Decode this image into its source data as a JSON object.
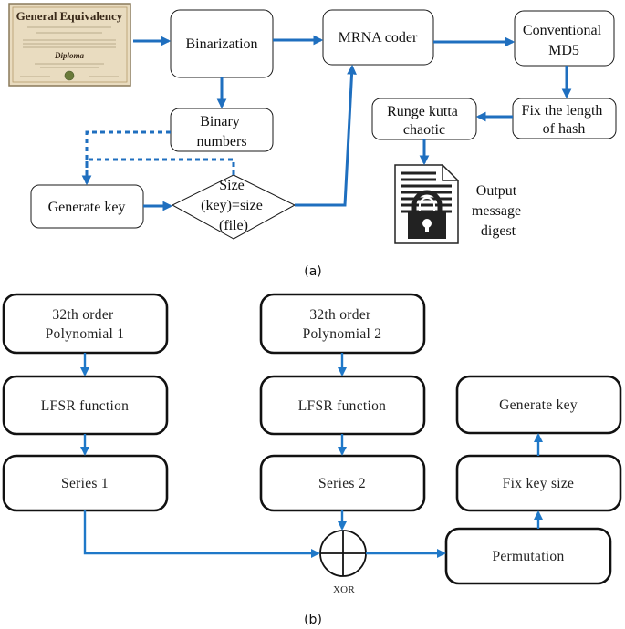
{
  "panel_a": {
    "caption": "(a)",
    "certificate": {
      "title": "General Equivalency",
      "subtitle": "Diploma"
    },
    "nodes": {
      "binarization": "Binarization",
      "mrna_coder": "MRNA coder",
      "conventional_md5": [
        "Conventional",
        "MD5"
      ],
      "binary_numbers": [
        "Binary",
        "numbers"
      ],
      "fix_length_hash": [
        "Fix the length",
        "of hash"
      ],
      "runge_kutta": [
        "Runge kutta",
        "chaotic"
      ],
      "generate_key": "Generate key",
      "size_check": [
        "Size",
        "(key)=size",
        "(file)"
      ],
      "output_digest": [
        "Output",
        "message",
        "digest"
      ]
    },
    "icons": [
      "certificate-image",
      "locked-document-icon"
    ],
    "colors": {
      "arrow": "#1f6fbf"
    }
  },
  "panel_b": {
    "caption": "(b)",
    "nodes": {
      "poly1": [
        "32th order",
        "Polynomial 1"
      ],
      "poly2": [
        "32th order",
        "Polynomial 2"
      ],
      "lfsr1": "LFSR function",
      "lfsr2": "LFSR function",
      "series1": "Series 1",
      "series2": "Series 2",
      "xor_label": "XOR",
      "permutation": "Permutation",
      "fix_key_size": "Fix key size",
      "generate_key": "Generate key"
    },
    "colors": {
      "arrow": "#1f78c8"
    }
  }
}
